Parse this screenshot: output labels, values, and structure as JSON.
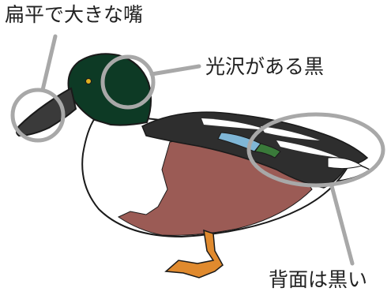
{
  "labels": {
    "beak": "扁平で大きな嘴",
    "head": "光沢がある黒",
    "back": "背面は黒い"
  },
  "colors": {
    "head": "#0d3a25",
    "belly_white": "#ffffff",
    "flank": "#9b5b55",
    "wing_dark": "#2e2e2e",
    "wing_blue": "#7fb6d6",
    "speculum_green": "#3a7a3a",
    "feet": "#e08a2e",
    "callout": "#a8a8a8",
    "outline": "#1a1a1a"
  }
}
